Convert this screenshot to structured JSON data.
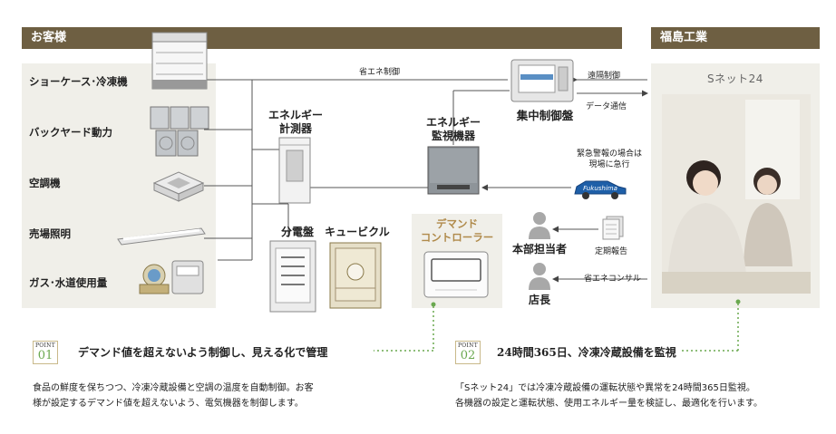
{
  "headers": {
    "customer": "お客様",
    "company": "福島工業"
  },
  "equipment": [
    {
      "label": "ショーケース･冷凍機"
    },
    {
      "label": "バックヤード動力"
    },
    {
      "label": "空調機"
    },
    {
      "label": "売場照明"
    },
    {
      "label": "ガス･水道使用量"
    }
  ],
  "devices": {
    "energy_meter": "エネルギー\n計測器",
    "monitor": "エネルギー\n監視機器",
    "central": "集中制御盤",
    "distribution": "分電盤",
    "cubicle": "キュービクル",
    "demand": "デマンド\nコントローラー",
    "headoffice": "本部担当者",
    "manager": "店長"
  },
  "annotations": {
    "energy_control": "省エネ制御",
    "remote_control": "遠隔制御",
    "data_comm": "データ通信",
    "emergency": "緊急警報の場合は\n現場に急行",
    "car_logo": "Fukushima",
    "regular_report": "定期報告",
    "consulting": "省エネコンサル"
  },
  "snet": {
    "title": "Sネット24"
  },
  "points": [
    {
      "label": "POINT",
      "number": "01",
      "title": "デマンド値を超えないよう制御し、見える化で管理",
      "desc_line1": "食品の鮮度を保ちつつ、冷凍冷蔵設備と空調の温度を自動制御。お客",
      "desc_line2": "様が設定するデマンド値を超えないよう、電気機器を制御します。"
    },
    {
      "label": "POINT",
      "number": "02",
      "title": "24時間365日、冷凍冷蔵設備を監視",
      "desc_line1": "「Sネット24」では冷凍冷蔵設備の運転状態や異常を24時間365日監視。",
      "desc_line2": "各機器の設定と運転状態、使用エネルギー量を検証し、最適化を行います。"
    }
  ],
  "colors": {
    "header": "#6e5f42",
    "panel": "#f0efe9",
    "accent_green": "#6aa84f",
    "demand_text": "#b08a4a"
  }
}
